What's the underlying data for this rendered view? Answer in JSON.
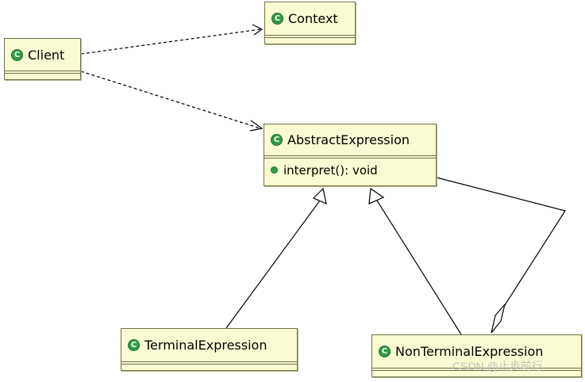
{
  "diagram": {
    "icon_glyph": "C",
    "classes": {
      "client": {
        "name": "Client"
      },
      "context": {
        "name": "Context"
      },
      "abstract_expression": {
        "name": "AbstractExpression",
        "operation": "interpret(): void"
      },
      "terminal_expression": {
        "name": "TerminalExpression"
      },
      "non_terminal_expression": {
        "name": "NonTerminalExpression"
      }
    },
    "relations": [
      {
        "from": "Client",
        "to": "Context",
        "kind": "dependency"
      },
      {
        "from": "Client",
        "to": "AbstractExpression",
        "kind": "dependency"
      },
      {
        "from": "TerminalExpression",
        "to": "AbstractExpression",
        "kind": "generalization"
      },
      {
        "from": "NonTerminalExpression",
        "to": "AbstractExpression",
        "kind": "generalization"
      },
      {
        "from": "NonTerminalExpression",
        "to": "AbstractExpression",
        "kind": "aggregation"
      }
    ]
  },
  "watermark": "CSDN @止步前行",
  "colors": {
    "class_fill": "#fbfbd2",
    "class_border": "#6f6f48",
    "icon_green": "#2f9e42",
    "line": "#000000"
  }
}
